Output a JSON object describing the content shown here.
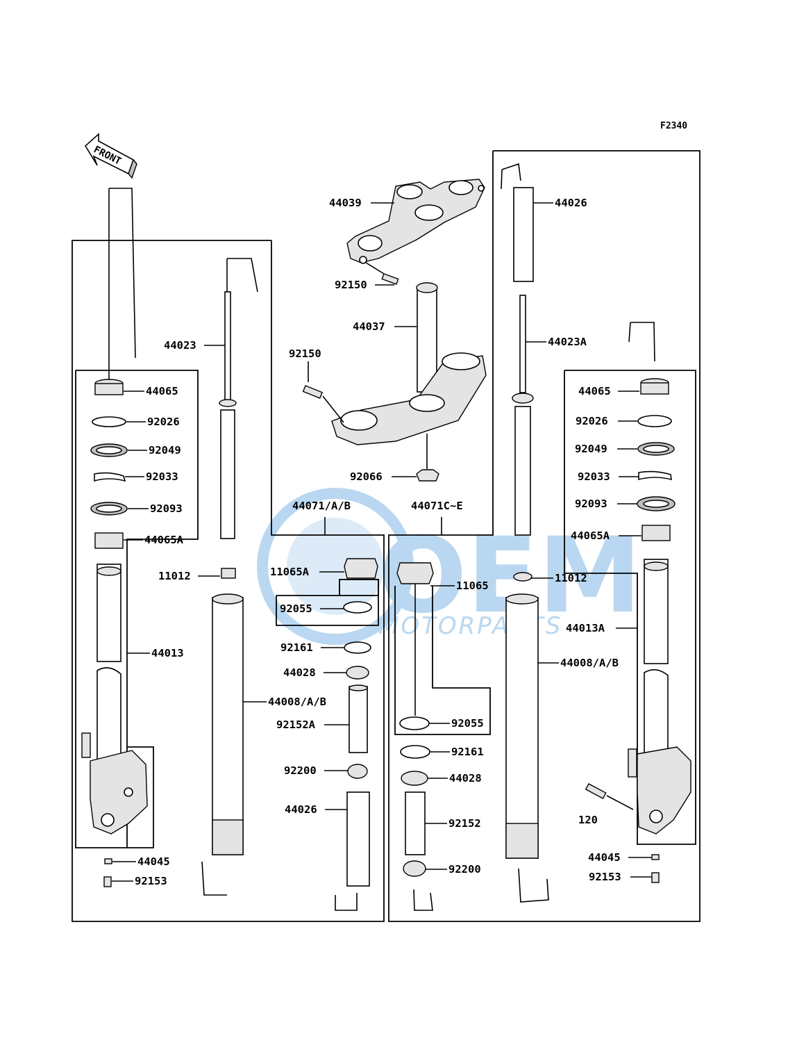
{
  "figure_code": "F2340",
  "front_arrow_text": "FRONT",
  "watermark": {
    "line1": "OEM",
    "line2": "MOTORPARTS",
    "color": "#3a8fd6"
  },
  "labels": {
    "l44039": "44039",
    "l92150a": "92150",
    "l44037": "44037",
    "l92150b": "92150",
    "l92066": "92066",
    "l44071ab": "44071/A/B",
    "l44071ce": "44071C~E",
    "l44023": "44023",
    "l44065": "44065",
    "l92026": "92026",
    "l92049": "92049",
    "l92033": "92033",
    "l92093": "92093",
    "l44065A": "44065A",
    "l11012": "11012",
    "l44013": "44013",
    "l44045": "44045",
    "l92153": "92153",
    "l11065A": "11065A",
    "l92055a": "92055",
    "l92161a": "92161",
    "l44028a": "44028",
    "l44008ab_l": "44008/A/B",
    "l92152A": "92152A",
    "l92200a": "92200",
    "l44026a": "44026",
    "l11065": "11065",
    "l92055b": "92055",
    "l92161b": "92161",
    "l44028b": "44028",
    "l92152": "92152",
    "l92200b": "92200",
    "l44026r": "44026",
    "l44023A": "44023A",
    "l44065r": "44065",
    "l92026r": "92026",
    "l92049r": "92049",
    "l92033r": "92033",
    "l92093r": "92093",
    "l44065Ar": "44065A",
    "l11012r": "11012",
    "l44013A": "44013A",
    "l44008ab_r": "44008/A/B",
    "l120": "120",
    "l44045r": "44045",
    "l92153r": "92153"
  }
}
